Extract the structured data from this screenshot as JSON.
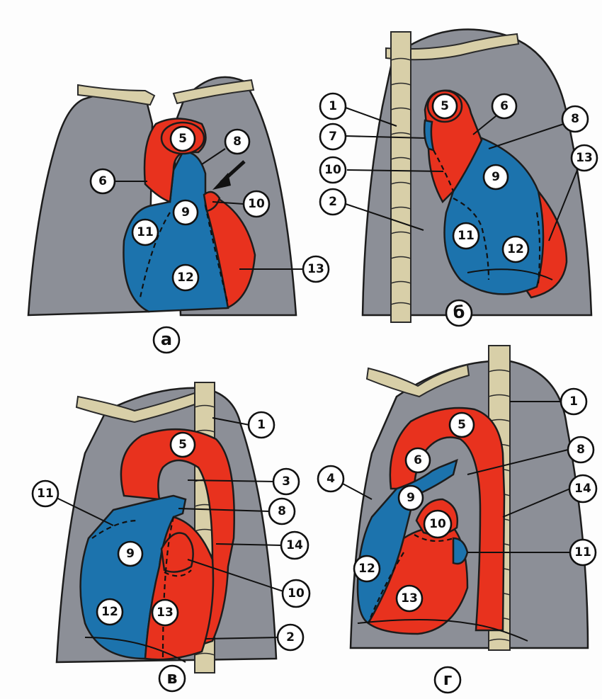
{
  "panels": {
    "a": {
      "letter": "а"
    },
    "b": {
      "letter": "б"
    },
    "v": {
      "letter": "в"
    },
    "g": {
      "letter": "г"
    }
  },
  "labels": {
    "n1": "1",
    "n2": "2",
    "n3": "3",
    "n4": "4",
    "n5": "5",
    "n6": "6",
    "n7": "7",
    "n8": "8",
    "n9": "9",
    "n10": "10",
    "n11": "11",
    "n12": "12",
    "n13": "13",
    "n14": "14"
  },
  "colors": {
    "arterial": "#e8321e",
    "venous": "#1c73ad",
    "lung": "#8c8f97",
    "bone": "#d8cfa8"
  }
}
